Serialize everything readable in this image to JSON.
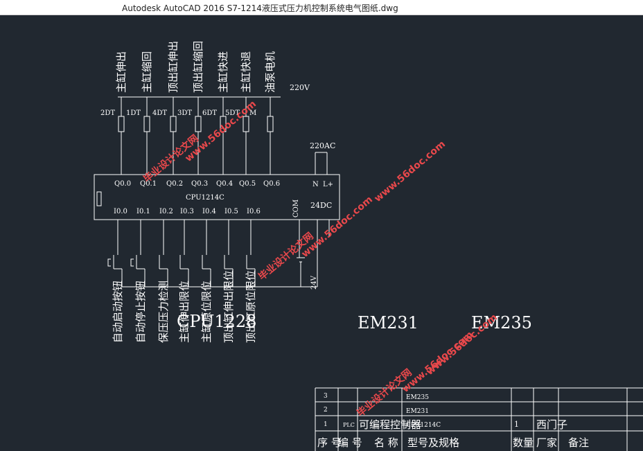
{
  "window": {
    "title": "Autodesk AutoCAD 2016     S7-1214液压式压力机控制系统电气图纸.dwg"
  },
  "drawing": {
    "outputs": [
      {
        "terminal": "Q0.0",
        "tag": "2DT",
        "function": "主缸伸出"
      },
      {
        "terminal": "Q0.1",
        "tag": "1DT",
        "function": "主缸缩回"
      },
      {
        "terminal": "Q0.2",
        "tag": "4DT",
        "function": "顶出缸伸出"
      },
      {
        "terminal": "Q0.3",
        "tag": "3DT",
        "function": "顶出缸缩回"
      },
      {
        "terminal": "Q0.4",
        "tag": "6DT",
        "function": "主缸快进"
      },
      {
        "terminal": "Q0.5",
        "tag": "5DT",
        "function": "主缸快退"
      },
      {
        "terminal": "Q0.6",
        "tag": "M",
        "function": "油泵电机"
      }
    ],
    "inputs": [
      {
        "terminal": "I0.0",
        "function": "自动启动按钮"
      },
      {
        "terminal": "I0.1",
        "function": "自动停止按钮"
      },
      {
        "terminal": "I0.2",
        "function": "保压压力检测"
      },
      {
        "terminal": "I0.3",
        "function": "主缸伸出限位"
      },
      {
        "terminal": "I0.4",
        "function": "主缸原位限位"
      },
      {
        "terminal": "I0.5",
        "function": "顶出缸伸出限位"
      },
      {
        "terminal": "I0.6",
        "function": "顶出缸原位限位"
      }
    ],
    "plc_model": "CPU1214C",
    "supply_220v": "220V",
    "supply_220ac": "220AC",
    "power_n": "N",
    "power_l": "L+",
    "supply_24dc": "24DC",
    "com": "COM",
    "battery": "24V",
    "module_cpu": "CPU1228",
    "module_em231": "EM231",
    "module_em235": "EM235"
  },
  "bom": {
    "header": [
      "序 号",
      "编 号",
      "名 称",
      "型号及规格",
      "数量",
      "厂家",
      "备注"
    ],
    "rows": [
      {
        "no": "3",
        "code": "",
        "name": "",
        "model": "EM235",
        "qty": "",
        "maker": ""
      },
      {
        "no": "2",
        "code": "",
        "name": "",
        "model": "EM231",
        "qty": "",
        "maker": ""
      },
      {
        "no": "1",
        "code": "PLC",
        "name": "可编程控制器",
        "model": "CPU1214C",
        "qty": "1",
        "maker": "西门子"
      }
    ]
  },
  "watermarks": {
    "site": "www.56doc.com",
    "name": "毕业设计论文网"
  },
  "colors": {
    "background": "#212830",
    "line": "#ffffff",
    "watermark": "#e8484b"
  }
}
